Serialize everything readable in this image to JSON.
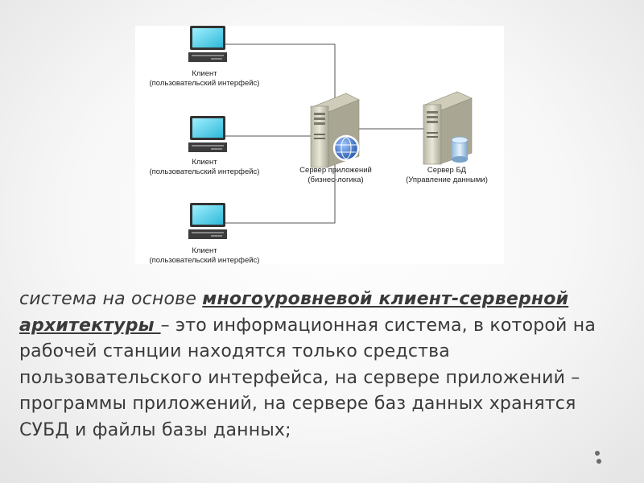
{
  "diagram": {
    "clients": [
      {
        "title": "Клиент",
        "subtitle": "(пользовательский интерфейс)"
      },
      {
        "title": "Клиент",
        "subtitle": "(пользовательский интерфейс)"
      },
      {
        "title": "Клиент",
        "subtitle": "(пользовательский интерфейс)"
      }
    ],
    "app_server": {
      "title": "Сервер приложений",
      "subtitle": "(бизнес-логика)"
    },
    "db_server": {
      "title": "Сервер БД",
      "subtitle": "(Управление данными)"
    }
  },
  "definition": {
    "intro": "система на основе ",
    "term": "многоуровневой клиент-серверной архитектуры ",
    "body": "– это информационная система, в которой на рабочей станции находятся только средства пользовательского интерфейса, на сервере приложений – программы приложений, на сервере баз данных хранятся СУБД и файлы базы данных;"
  },
  "colors": {
    "screen": "#4fd0ea",
    "server_body": "#d8d6c4",
    "line": "#555555",
    "text": "#3a3a3a"
  }
}
